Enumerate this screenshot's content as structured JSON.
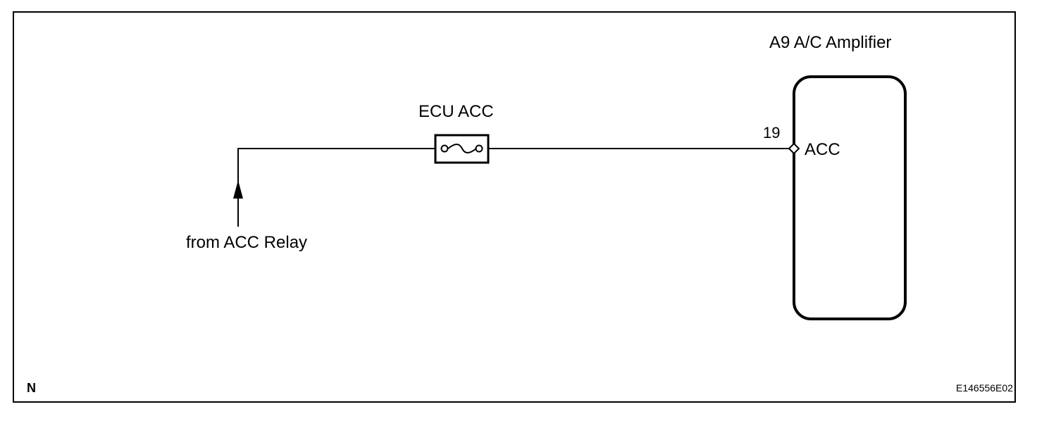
{
  "diagram": {
    "component": {
      "code": "A9",
      "name": "A/C Amplifier",
      "title": "A9  A/C Amplifier",
      "terminal": {
        "number": "19",
        "name": "ACC"
      }
    },
    "fuse": {
      "name": "ECU ACC"
    },
    "source": {
      "label": "from ACC Relay"
    },
    "location_code": "N",
    "figure_code": "E146556E02"
  }
}
